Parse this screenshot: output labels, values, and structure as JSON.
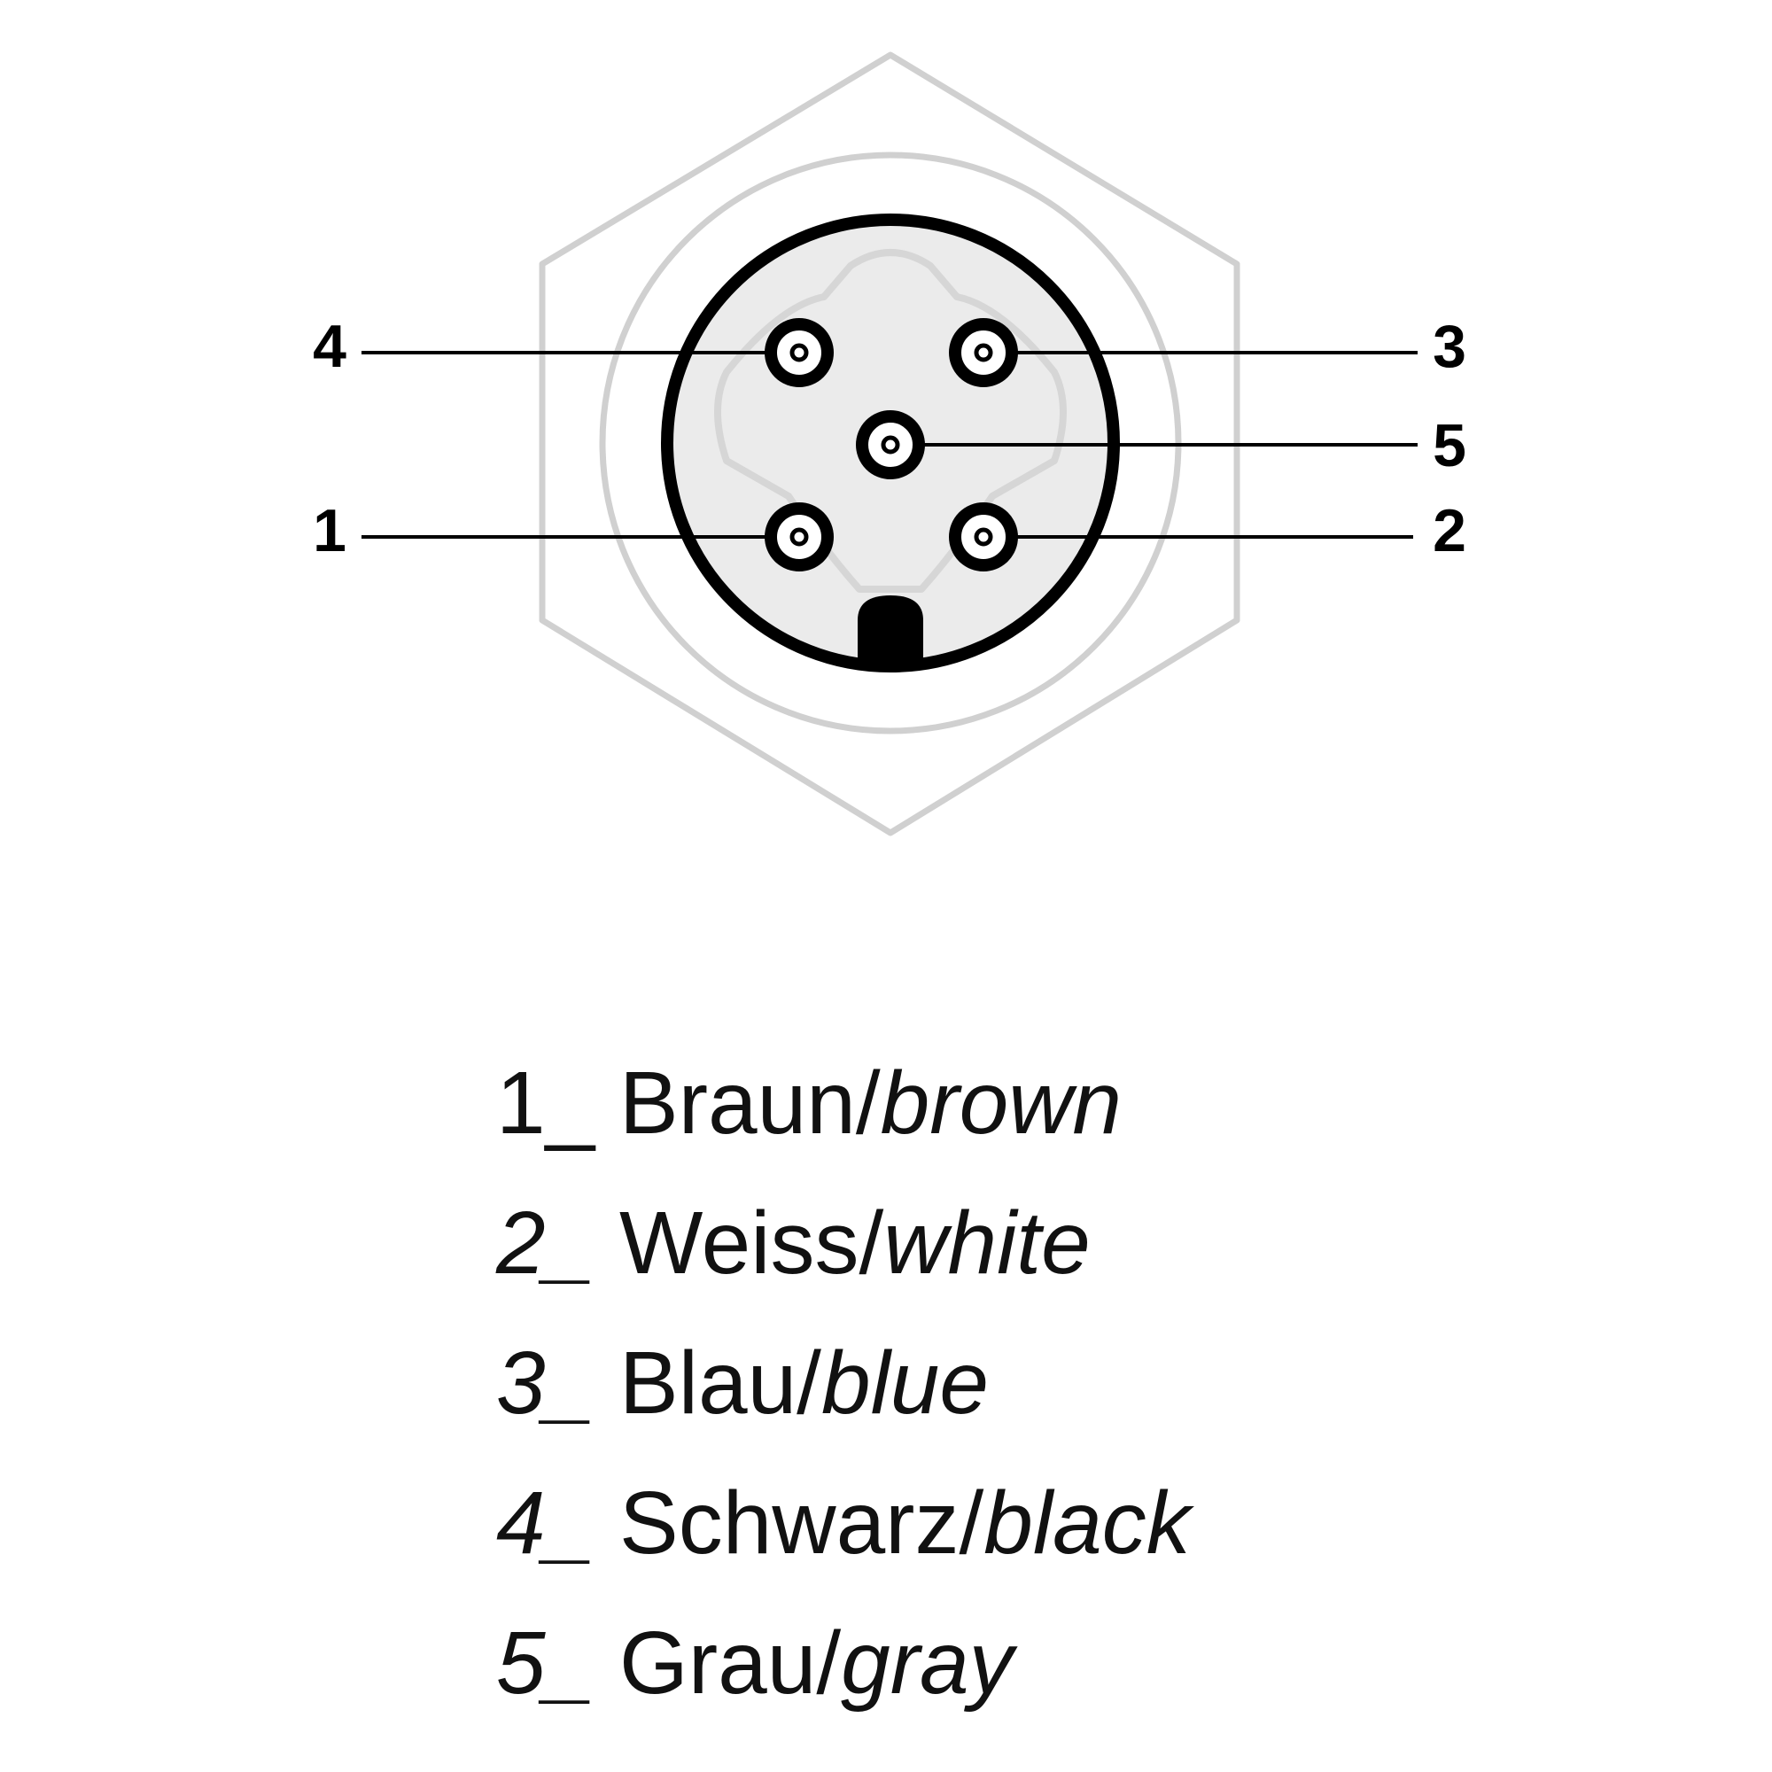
{
  "connector": {
    "pins": [
      {
        "number": "1"
      },
      {
        "number": "2"
      },
      {
        "number": "3"
      },
      {
        "number": "4"
      },
      {
        "number": "5"
      }
    ],
    "colors": {
      "housing_outline": "#cfcfcf",
      "insert_fill": "#ebebeb",
      "insert_ring": "#000000",
      "line": "#000000"
    }
  },
  "legend": [
    {
      "num": "1_",
      "de": "Braun/",
      "en": "brown"
    },
    {
      "num": "2_",
      "de": "Weiss/",
      "en": "white"
    },
    {
      "num": "3_",
      "de": "Blau/",
      "en": "blue"
    },
    {
      "num": "4_",
      "de": "Schwarz/",
      "en": "black"
    },
    {
      "num": "5_",
      "de": "Grau/",
      "en": "gray"
    }
  ]
}
